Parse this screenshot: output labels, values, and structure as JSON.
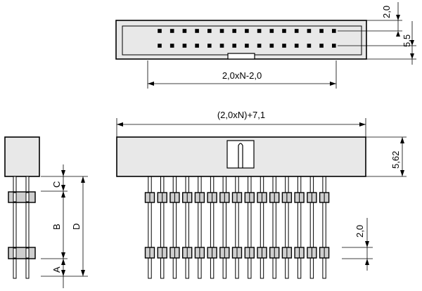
{
  "top_view": {
    "dim_right_top": "2,0",
    "dim_right_pitch": "5,5",
    "dim_bottom": "2,0xN-2,0",
    "pin_columns": 15,
    "pin_rows": 2
  },
  "front_view": {
    "dim_width": "(2,0xN)+7,1",
    "dim_height": "5,62",
    "dim_pitch": "2,0",
    "pin_count": 15
  },
  "side_view": {
    "label_c": "C",
    "label_b": "B",
    "label_d": "D",
    "label_a": "A"
  }
}
